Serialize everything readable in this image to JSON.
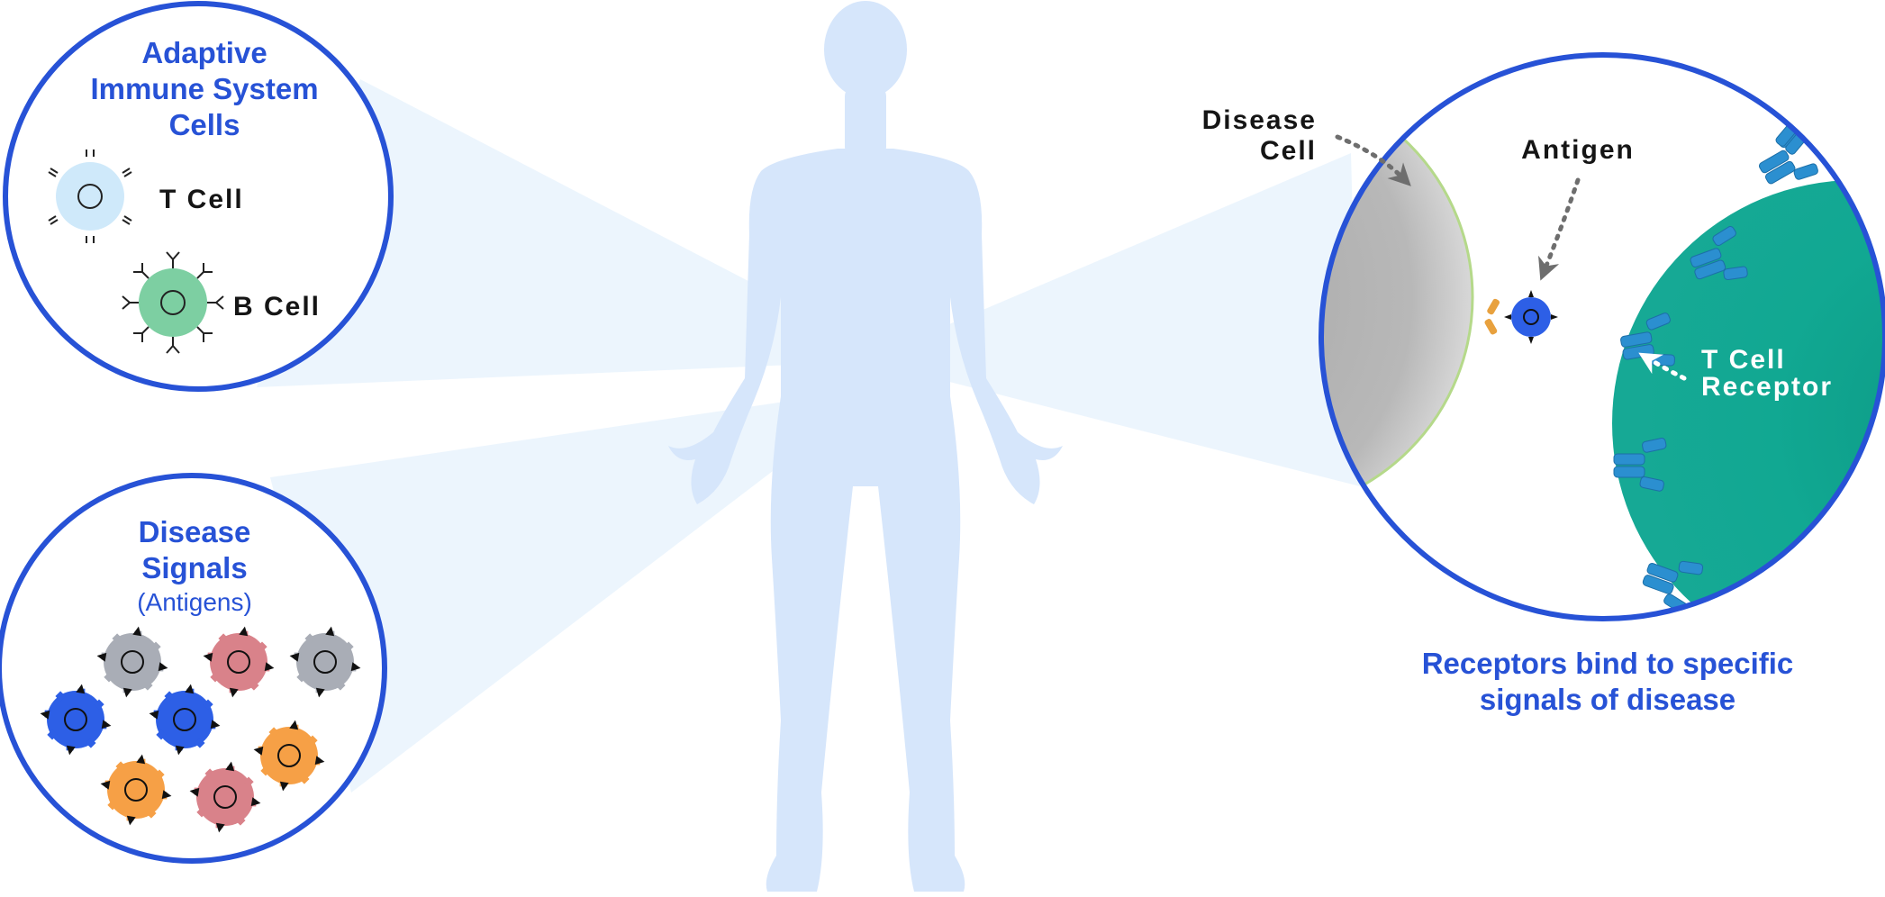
{
  "panels": {
    "adaptive": {
      "title_lines": [
        "Adaptive",
        "Immune System",
        "Cells"
      ],
      "t_cell_label": "T Cell",
      "b_cell_label": "B Cell"
    },
    "disease": {
      "title_lines": [
        "Disease",
        "Signals"
      ],
      "subtitle": "(Antigens)",
      "antigens": [
        {
          "color": "gray"
        },
        {
          "color": "red"
        },
        {
          "color": "gray"
        },
        {
          "color": "blue"
        },
        {
          "color": "blue"
        },
        {
          "color": "orange"
        },
        {
          "color": "orange"
        },
        {
          "color": "red"
        }
      ]
    },
    "binding": {
      "disease_cell_lines": [
        "Disease",
        "Cell"
      ],
      "antigen_label": "Antigen",
      "receptor_lines": [
        "T Cell",
        "Receptor"
      ],
      "caption_lines": [
        "Receptors bind to specific",
        "signals of disease"
      ]
    }
  },
  "colors": {
    "accent_blue": "#2752d6",
    "body": "#d6e6fb",
    "beam": "#dcecfb",
    "t_cell": "#cfe9fa",
    "b_cell": "#7dcfa2",
    "antigen_gray": "#a9adb6",
    "antigen_red": "#d9828a",
    "antigen_blue": "#2d5fe6",
    "antigen_orange": "#f6a046",
    "receptor": "#2b8fd0",
    "t_cell_large": "#0fa08c",
    "disease_cell": "#b0b0b0"
  },
  "icons": [
    "human-silhouette",
    "t-cell-icon",
    "b-cell-icon",
    "antigen-icon",
    "receptor-icon",
    "arrow-icon"
  ]
}
